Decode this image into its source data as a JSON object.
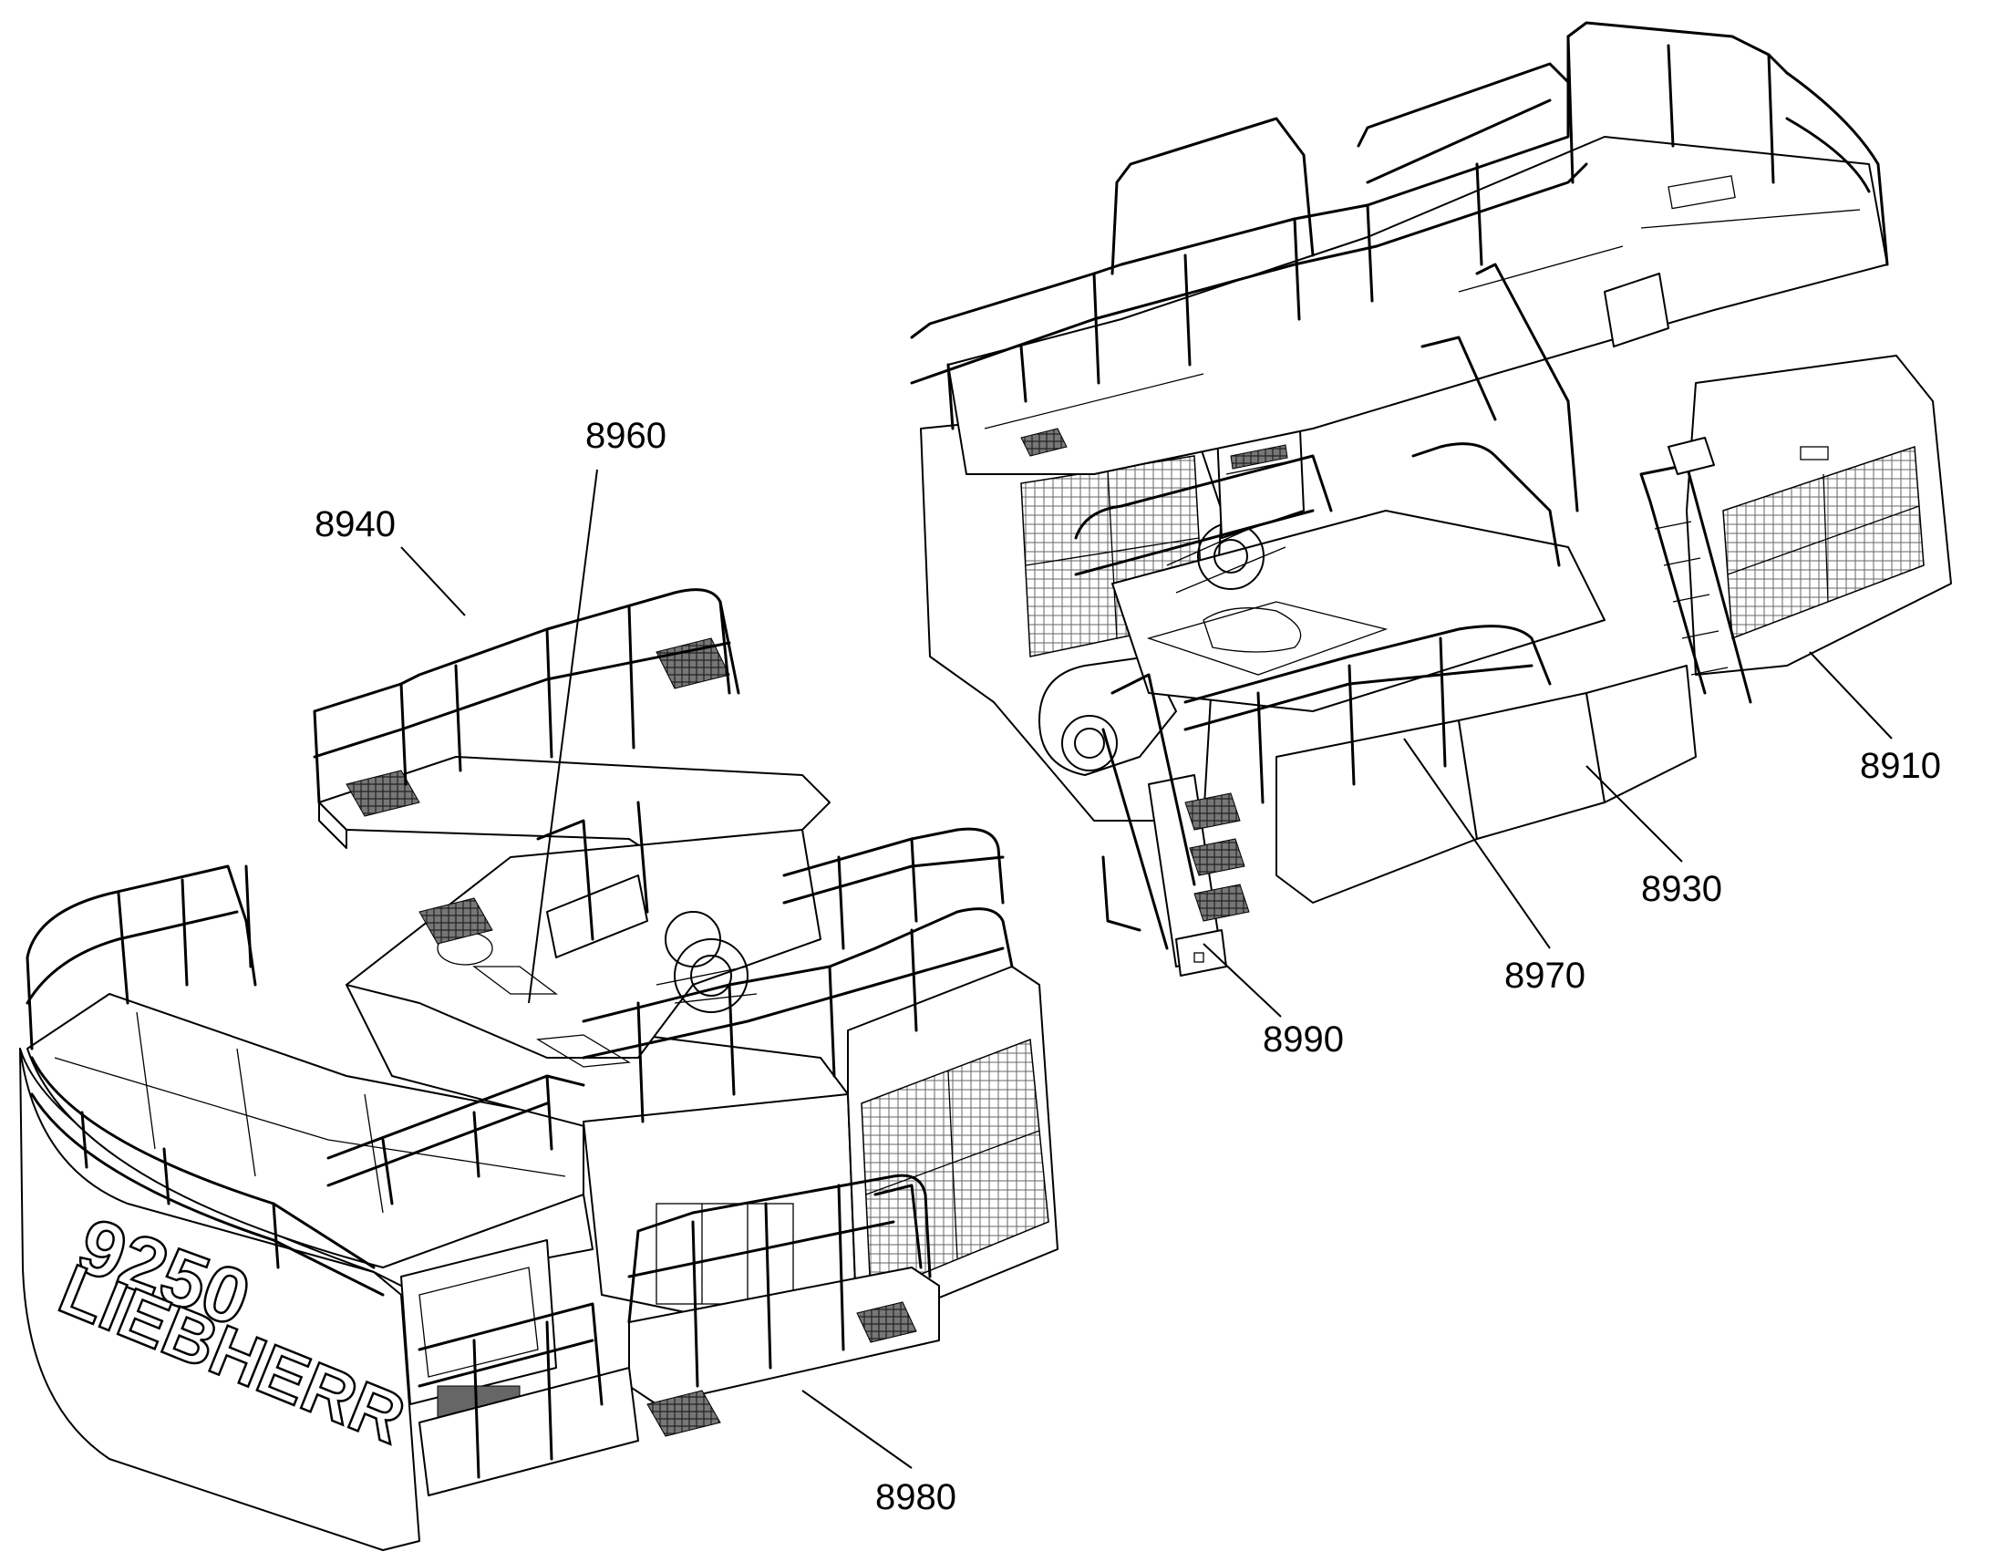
{
  "brand": {
    "name": "LIEBHERR",
    "model": "9250"
  },
  "callouts": [
    {
      "id": "c8910",
      "label": "8910"
    },
    {
      "id": "c8930",
      "label": "8930"
    },
    {
      "id": "c8940",
      "label": "8940"
    },
    {
      "id": "c8960",
      "label": "8960"
    },
    {
      "id": "c8970",
      "label": "8970"
    },
    {
      "id": "c8980",
      "label": "8980"
    },
    {
      "id": "c8990",
      "label": "8990"
    }
  ],
  "colors": {
    "line": "#000000",
    "background": "#ffffff",
    "tread": "#555555"
  }
}
